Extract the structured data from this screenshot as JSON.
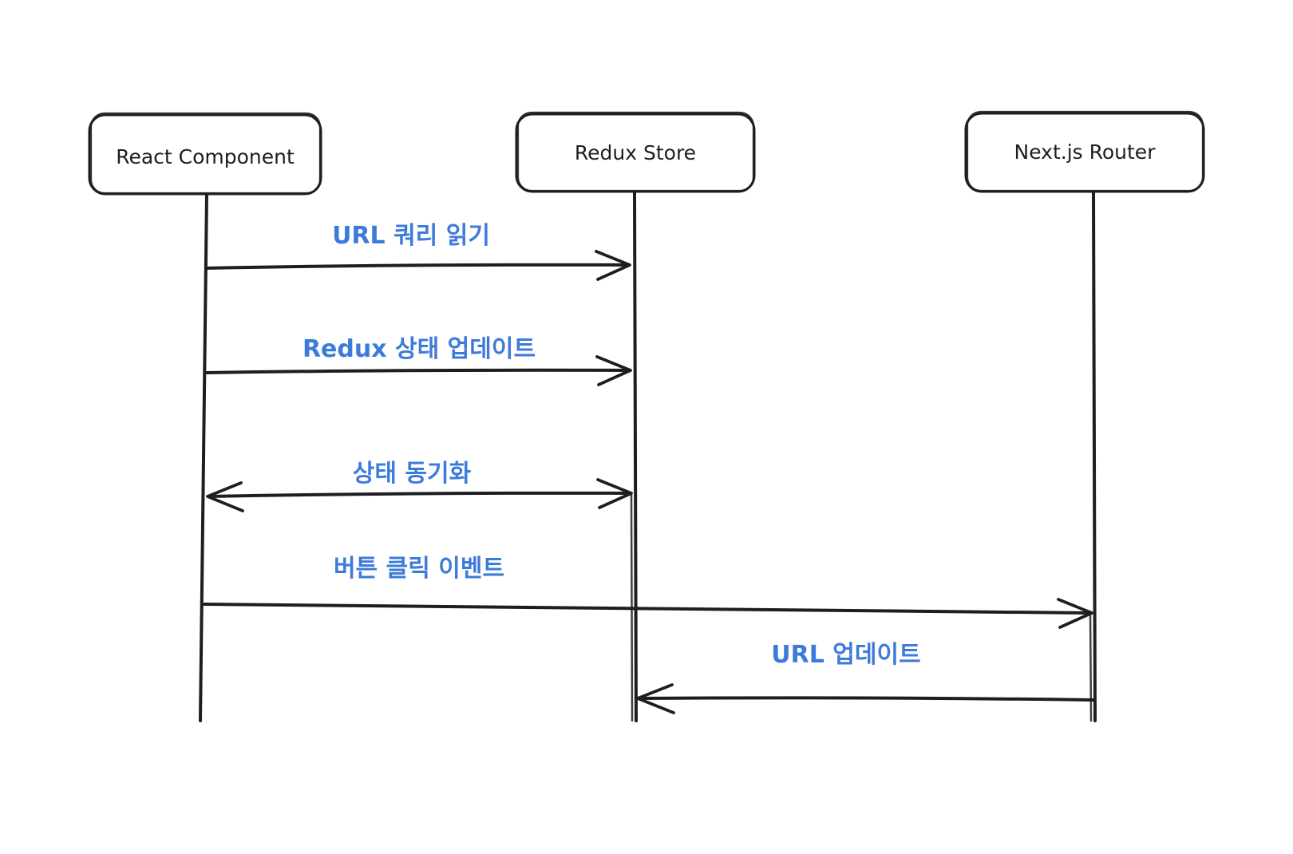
{
  "diagram": {
    "type": "sequence-diagram",
    "actors": [
      {
        "label": "React Component"
      },
      {
        "label": "Redux Store"
      },
      {
        "label": "Next.js Router"
      }
    ],
    "messages": [
      {
        "label": "URL 쿼리 읽기",
        "from": "React Component",
        "to": "Redux Store",
        "arrow": "right"
      },
      {
        "label": "Redux 상태 업데이트",
        "from": "React Component",
        "to": "Redux Store",
        "arrow": "right"
      },
      {
        "label": "상태 동기화",
        "from": "React Component",
        "to": "Redux Store",
        "arrow": "both"
      },
      {
        "label": "버튼 클릭 이벤트",
        "from": "React Component",
        "to": "Next.js Router",
        "arrow": "right"
      },
      {
        "label": "URL 업데이트",
        "from": "Next.js Router",
        "to": "Redux Store",
        "arrow": "left"
      }
    ],
    "colors": {
      "stroke": "#1e1e1e",
      "message_label": "#3d7bdb",
      "background": "#ffffff"
    }
  }
}
